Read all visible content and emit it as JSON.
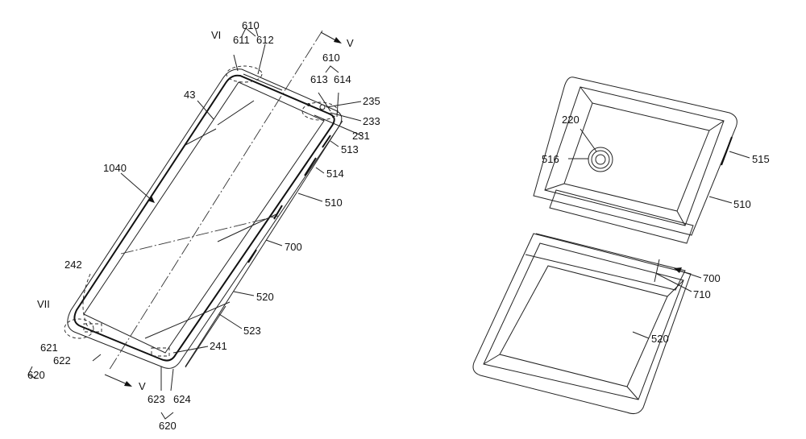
{
  "figure_left": {
    "labels": {
      "l610a": "610",
      "l611": "611",
      "l612": "612",
      "lVI": "VI",
      "lVtop": "V",
      "l610b": "610",
      "l613": "613",
      "l614": "614",
      "l43": "43",
      "l235": "235",
      "l233": "233",
      "l231": "231",
      "l513": "513",
      "l514": "514",
      "l1040": "1040",
      "l510": "510",
      "l700": "700",
      "l242": "242",
      "l520": "520",
      "lVII": "VII",
      "l523": "523",
      "l621": "621",
      "l622": "622",
      "l620a": "620",
      "l241": "241",
      "lVbot": "V",
      "l623": "623",
      "l624": "624",
      "l620b": "620"
    }
  },
  "figure_right": {
    "labels": {
      "r220": "220",
      "r516": "516",
      "r515": "515",
      "r510": "510",
      "r700": "700",
      "r710": "710",
      "r520": "520"
    }
  }
}
